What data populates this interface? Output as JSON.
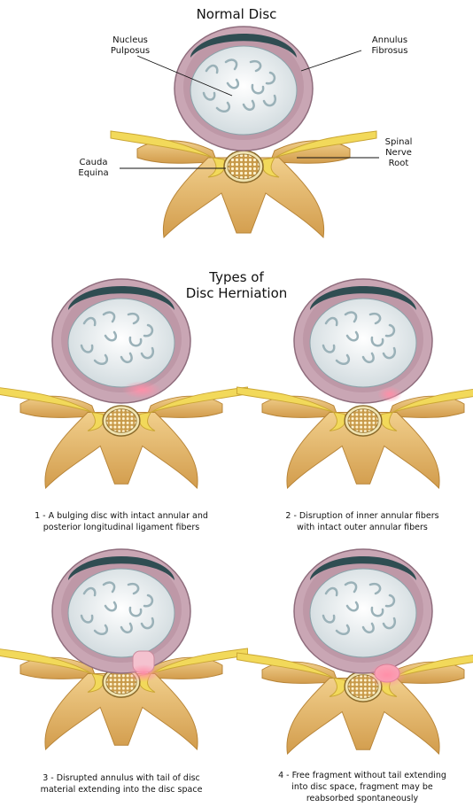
{
  "titles": {
    "normal": "Normal Disc",
    "types_line1": "Types of",
    "types_line2": "Disc Herniation"
  },
  "labels": {
    "nucleus_1": "Nucleus",
    "nucleus_2": "Pulposus",
    "annulus_1": "Annulus",
    "annulus_2": "Fibrosus",
    "cauda_1": "Cauda",
    "cauda_2": "Equina",
    "spinal_1": "Spinal",
    "spinal_2": "Nerve",
    "spinal_3": "Root"
  },
  "captions": [
    {
      "line1": "1 - A bulging disc with intact annular and",
      "line2": "posterior longitudinal ligament fibers",
      "line3": ""
    },
    {
      "line1": "2 - Disruption of inner annular fibers",
      "line2": "with intact outer annular fibers",
      "line3": ""
    },
    {
      "line1": "3 - Disrupted annulus with tail of disc",
      "line2": "material extending into the disc space",
      "line3": ""
    },
    {
      "line1": "4 - Free fragment without tail extending",
      "line2": "into disc space, fragment may be",
      "line3": "reabsorbed  spontaneously"
    }
  ],
  "colors": {
    "annulus": "#c9a6b4",
    "annulus_edge": "#8f6d7d",
    "nucleus": "#e8eef0",
    "bone": "#e0b56a",
    "nerve": "#f2d95a",
    "herniation": "#e88aa0"
  }
}
